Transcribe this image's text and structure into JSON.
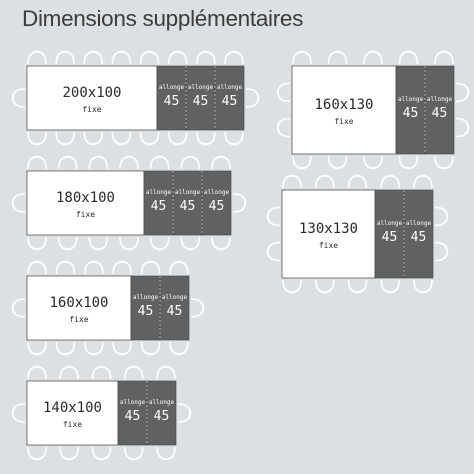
{
  "title": "Dimensions supplémentaires",
  "colors": {
    "background": "#dde0e2",
    "table": "#ffffff",
    "extension": "#5f6163",
    "chair_stroke": "#ffffff",
    "outline": "#555555"
  },
  "tables": [
    {
      "name": "200x100",
      "fixe": "fixe",
      "extensions": [
        {
          "label": "allonge",
          "value": "45"
        },
        {
          "label": "allonge",
          "value": "45"
        },
        {
          "label": "allonge",
          "value": "45"
        }
      ]
    },
    {
      "name": "160x130",
      "fixe": "fixe",
      "extensions": [
        {
          "label": "allonge",
          "value": "45"
        },
        {
          "label": "allonge",
          "value": "45"
        }
      ]
    },
    {
      "name": "180x100",
      "fixe": "fixe",
      "extensions": [
        {
          "label": "allonge",
          "value": "45"
        },
        {
          "label": "allonge",
          "value": "45"
        },
        {
          "label": "allonge",
          "value": "45"
        }
      ]
    },
    {
      "name": "130x130",
      "fixe": "fixe",
      "extensions": [
        {
          "label": "allonge",
          "value": "45"
        },
        {
          "label": "allonge",
          "value": "45"
        }
      ]
    },
    {
      "name": "160x100",
      "fixe": "fixe",
      "extensions": [
        {
          "label": "allonge",
          "value": "45"
        },
        {
          "label": "allonge",
          "value": "45"
        }
      ]
    },
    {
      "name": "140x100",
      "fixe": "fixe",
      "extensions": [
        {
          "label": "allonge",
          "value": "45"
        },
        {
          "label": "allonge",
          "value": "45"
        }
      ]
    }
  ]
}
